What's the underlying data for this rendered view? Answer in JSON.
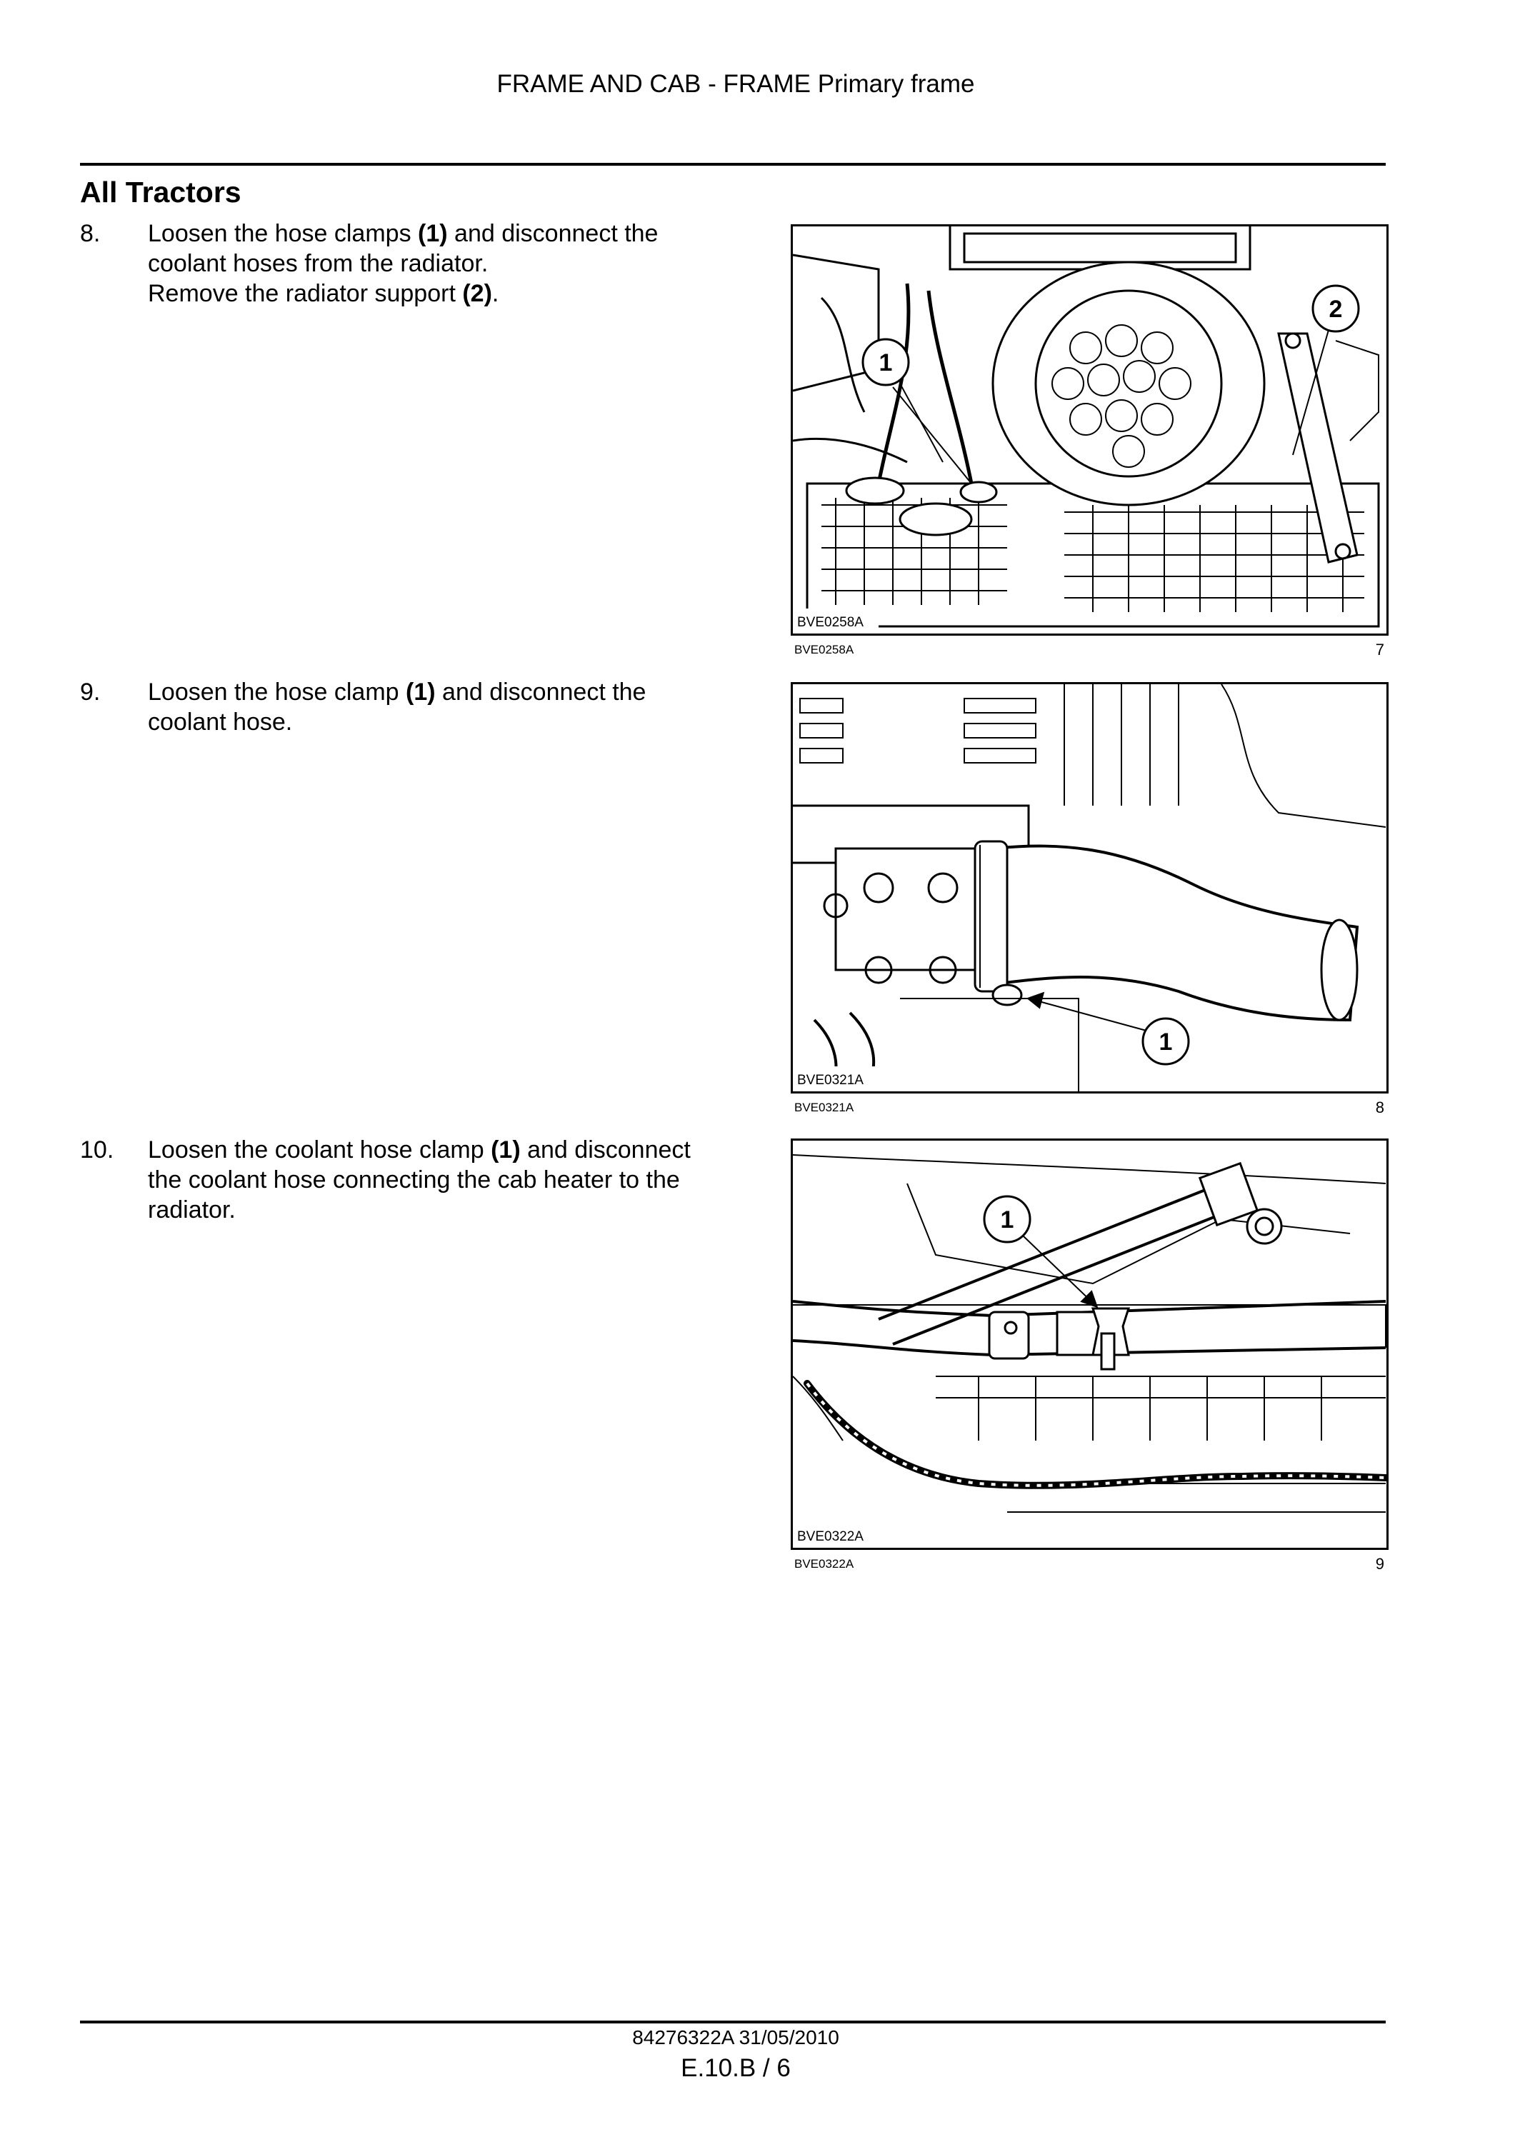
{
  "header": {
    "running_title": "FRAME AND CAB - FRAME Primary frame"
  },
  "section": {
    "title": "All Tractors"
  },
  "steps": [
    {
      "number": "8.",
      "lines": [
        "Loosen the hose clamps (1) and disconnect the",
        "coolant hoses from the radiator.",
        "Remove the radiator support (2)."
      ],
      "figure": {
        "code": "BVE0258A",
        "caption_code": "BVE0258A",
        "number": "7",
        "callouts": [
          "1",
          "2"
        ]
      }
    },
    {
      "number": "9.",
      "lines": [
        "Loosen the hose clamp (1) and disconnect the",
        "coolant hose."
      ],
      "figure": {
        "code": "BVE0321A",
        "caption_code": "BVE0321A",
        "number": "8",
        "callouts": [
          "1"
        ]
      }
    },
    {
      "number": "10.",
      "lines": [
        "Loosen the coolant hose clamp (1) and disconnect",
        "the coolant hose connecting the cab heater to the",
        "radiator."
      ],
      "figure": {
        "code": "BVE0322A",
        "caption_code": "BVE0322A",
        "number": "9",
        "callouts": [
          "1"
        ]
      }
    }
  ],
  "footer": {
    "doc_ref": "84276322A 31/05/2010",
    "page": "E.10.B / 6"
  }
}
